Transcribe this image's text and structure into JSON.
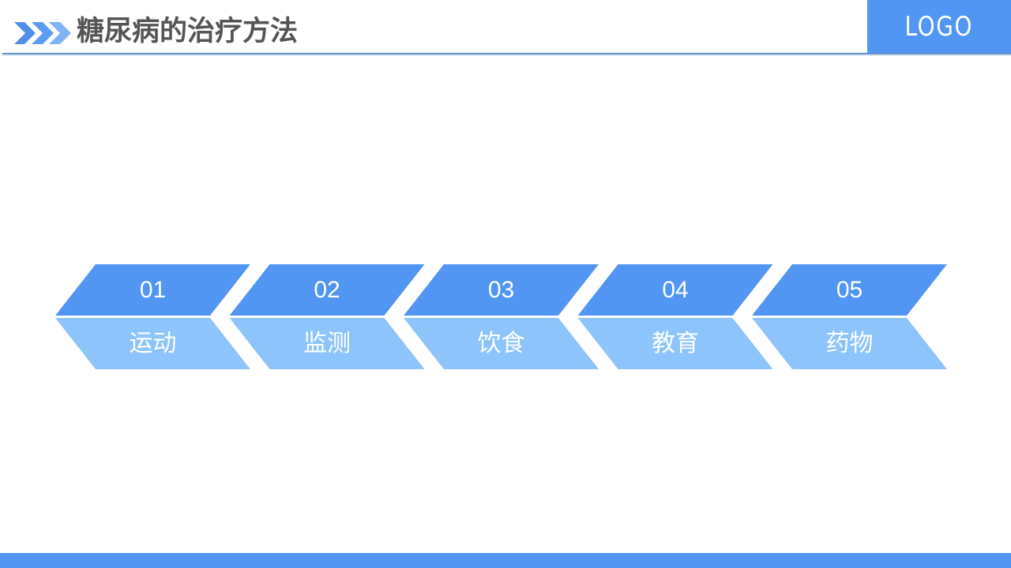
{
  "header": {
    "title": "糖尿病的治疗方法",
    "logo_text": "LOGO"
  },
  "colors": {
    "accent": "#5196f2",
    "step_top": "#5196f2",
    "step_bottom": "#8dc4fb",
    "title_text": "#555555",
    "rule": "#5f93c9"
  },
  "steps": [
    {
      "number": "01",
      "label": "运动"
    },
    {
      "number": "02",
      "label": "监测"
    },
    {
      "number": "03",
      "label": "饮食"
    },
    {
      "number": "04",
      "label": "教育"
    },
    {
      "number": "05",
      "label": "药物"
    }
  ]
}
